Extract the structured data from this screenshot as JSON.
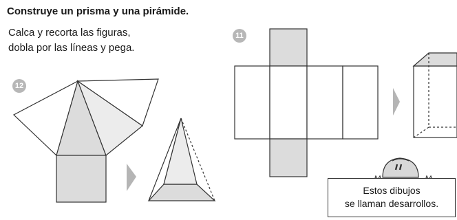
{
  "heading": "Construye un prisma y una pirámide.",
  "instructions": {
    "line1": "Calca y recorta las figuras,",
    "line2": "dobla por las líneas y pega."
  },
  "figures": {
    "pyramid_number": "12",
    "prism_number": "11"
  },
  "speech_bubble": {
    "line1": "Estos dibujos",
    "line2": "se llaman desarrollos."
  },
  "colors": {
    "shade": "#dcdcdc",
    "light_shade": "#ececec",
    "badge": "#b7b7b7",
    "arrow": "#b5b5b5"
  }
}
